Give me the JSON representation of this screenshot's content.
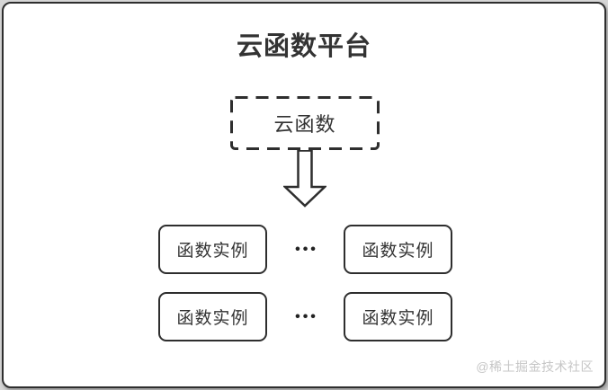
{
  "page": {
    "title": "云函数平台",
    "watermark": "@稀土掘金技术社区"
  },
  "diagram": {
    "root_node": "云函数",
    "ellipsis": "•••",
    "instances": [
      "函数实例",
      "函数实例",
      "函数实例",
      "函数实例"
    ]
  },
  "colors": {
    "frame_border": "#2e2e2e",
    "node_border": "#2e2e2e",
    "text": "#333333",
    "background": "#ffffff",
    "page_background": "#d6d6d6",
    "watermark_text": "#c6c6c6"
  }
}
